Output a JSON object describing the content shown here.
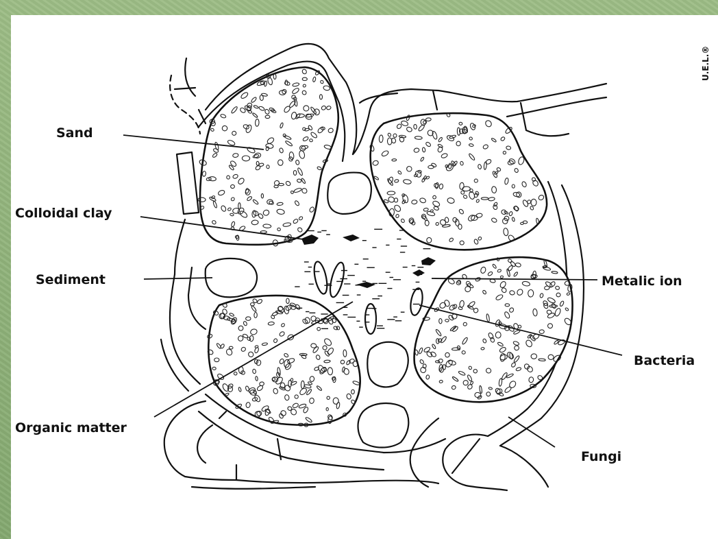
{
  "diagram": {
    "copyright": "U.E.L.®",
    "labels": {
      "sand": "Sand",
      "colloidal_clay": "Colloidal clay",
      "sediment": "Sediment",
      "organic_matter": "Organic matter",
      "metalic_ion": "Metalic ion",
      "bacteria": "Bacteria",
      "fungi": "Fungi"
    }
  }
}
